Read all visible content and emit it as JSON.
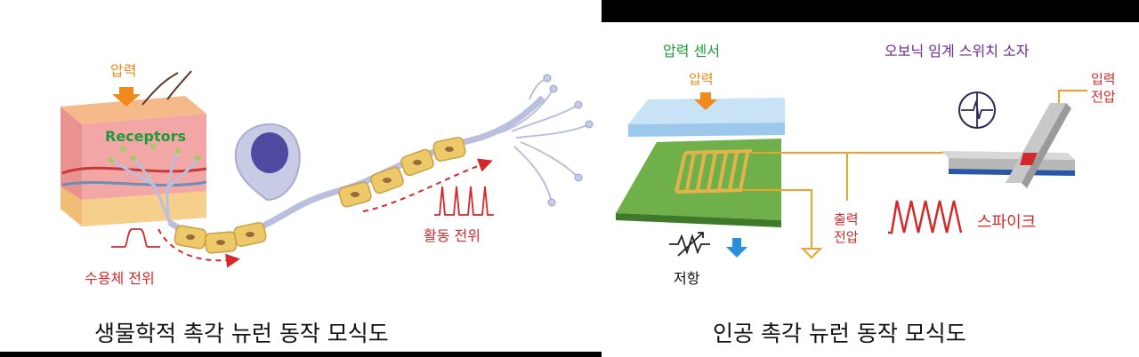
{
  "left_panel": {
    "pressure": "압력",
    "receptors": "Receptors",
    "receptor_potential": "수용체 전위",
    "action_potential": "활동 전위",
    "caption": "생물학적 촉각 뉴런 동작 모식도"
  },
  "right_panel": {
    "pressure_sensor": "압력 센서",
    "pressure": "압력",
    "ots_device": "오보닉 임계 스위치 소자",
    "input_voltage_1": "입력",
    "input_voltage_2": "전압",
    "output_voltage_1": "출력",
    "output_voltage_2": "전압",
    "spike": "스파이크",
    "resistance": "저항",
    "caption": "인공 촉각 뉴런 동작 모식도"
  },
  "colors": {
    "orange": "#f08a1c",
    "green": "#1f9a3a",
    "red": "#d22a2a",
    "purple": "#6a2c91",
    "blue": "#2a8ed8"
  }
}
